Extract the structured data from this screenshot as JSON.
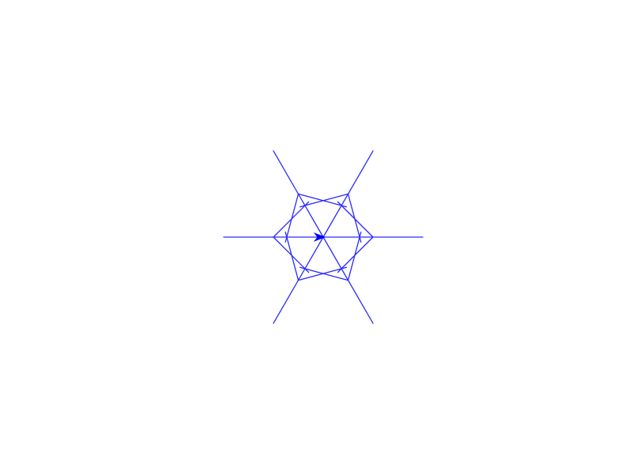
{
  "drawing": {
    "stroke_color": "#2a2aff",
    "turtle_color": "#0000ff",
    "arms": 6,
    "arm_angles_deg": [
      0,
      60,
      120,
      180,
      240,
      300
    ],
    "branch_angle_deg": 45,
    "turtle_heading_deg": 0
  }
}
